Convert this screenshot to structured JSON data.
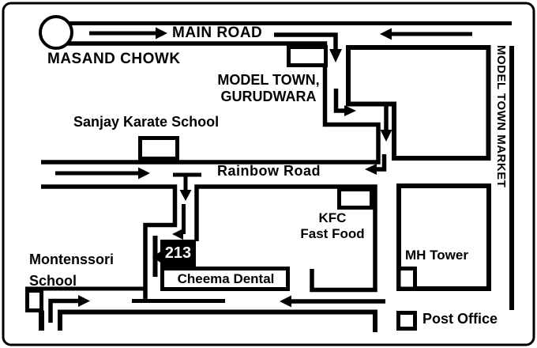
{
  "map": {
    "title_hint": "Hand-drawn route map to 213 Cheema Dental",
    "ink_color": "#000000",
    "background_color": "#ffffff",
    "labels": {
      "masand_chowk": "MASAND CHOWK",
      "main_road": "MAIN ROAD",
      "model_town_gurudwara_line1": "MODEL TOWN,",
      "model_town_gurudwara_line2": "GURUDWARA",
      "sanjay_karate_school": "Sanjay Karate School",
      "rainbow_road": "Rainbow Road",
      "kfc_line1": "KFC",
      "kfc_line2": "Fast Food",
      "mh_tower": "MH Tower",
      "montenssori_line1": "Montenssori",
      "montenssori_line2": "School",
      "cheema_dental": "Cheema Dental",
      "house_number": "213",
      "post_office": "Post Office",
      "model_town_market": "MODEL TOWN MARKET"
    }
  }
}
